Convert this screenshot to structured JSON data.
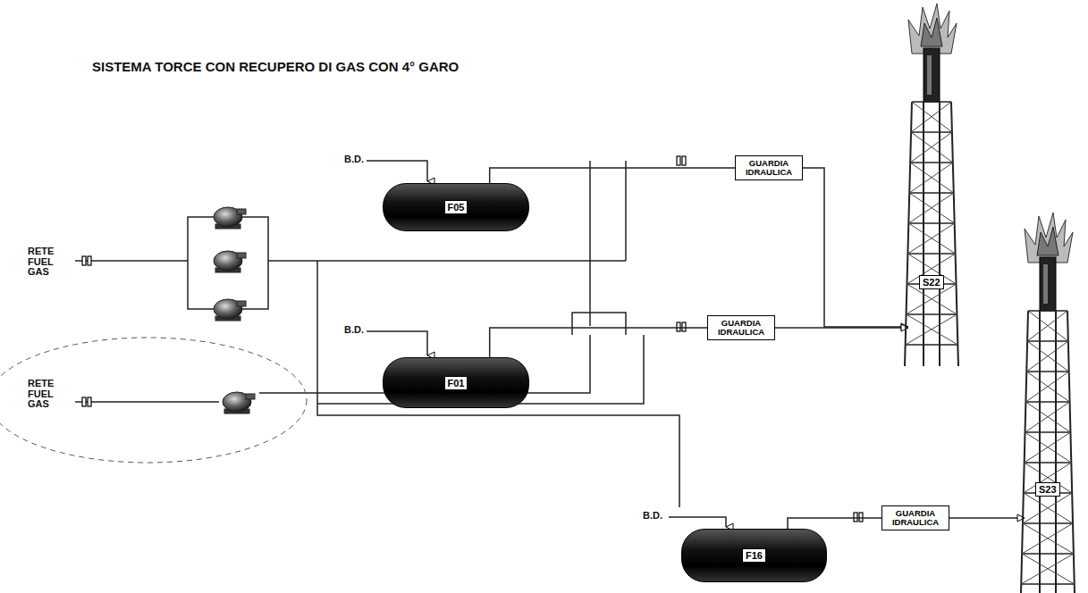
{
  "diagram": {
    "title": "SISTEMA TORCE CON RECUPERO DI GAS CON 4° GARO",
    "nodes": [
      {
        "text": [
          "F05"
        ]
      },
      {
        "text": [
          "F01"
        ]
      },
      {
        "text": [
          "F16"
        ]
      },
      {
        "text": [
          "GUARDIA IDRAULICA"
        ]
      },
      {
        "text": [
          "GUARDIA IDRAULICA"
        ]
      },
      {
        "text": [
          "GUARDIA IDRAULICA"
        ]
      },
      {
        "text": [
          "S22"
        ]
      },
      {
        "text": [
          "S23"
        ]
      }
    ],
    "edges": [
      {
        "from": 0,
        "to": 3,
        "arrow": "none"
      },
      {
        "from": 3,
        "to": 6,
        "arrow": "to"
      },
      {
        "from": 1,
        "to": 4,
        "arrow": "none"
      },
      {
        "from": 4,
        "to": 6,
        "arrow": "to"
      },
      {
        "from": 2,
        "to": 5,
        "arrow": "none"
      },
      {
        "from": 5,
        "to": 7,
        "arrow": "to"
      }
    ],
    "labels": [
      "B.D.",
      "B.D.",
      "B.D.",
      "RETE FUEL GAS",
      "RETE FUEL GAS"
    ]
  }
}
